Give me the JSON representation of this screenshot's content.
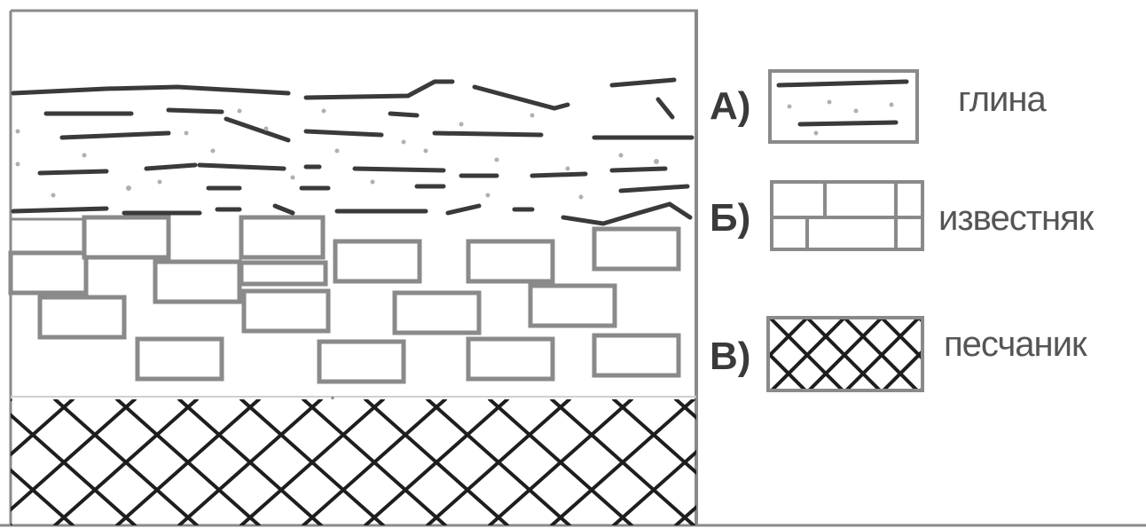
{
  "legend": [
    {
      "letter": "А)",
      "label": "глина",
      "pattern": "clay-icon"
    },
    {
      "letter": "Б)",
      "label": "известняк",
      "pattern": "limestone-icon"
    },
    {
      "letter": "В)",
      "label": "песчаник",
      "pattern": "sandstone-icon"
    }
  ],
  "colors": {
    "line": "#3a3a3a",
    "brick": "#8a8a8a",
    "dot": "#b0b0b0",
    "background": "#ffffff"
  }
}
